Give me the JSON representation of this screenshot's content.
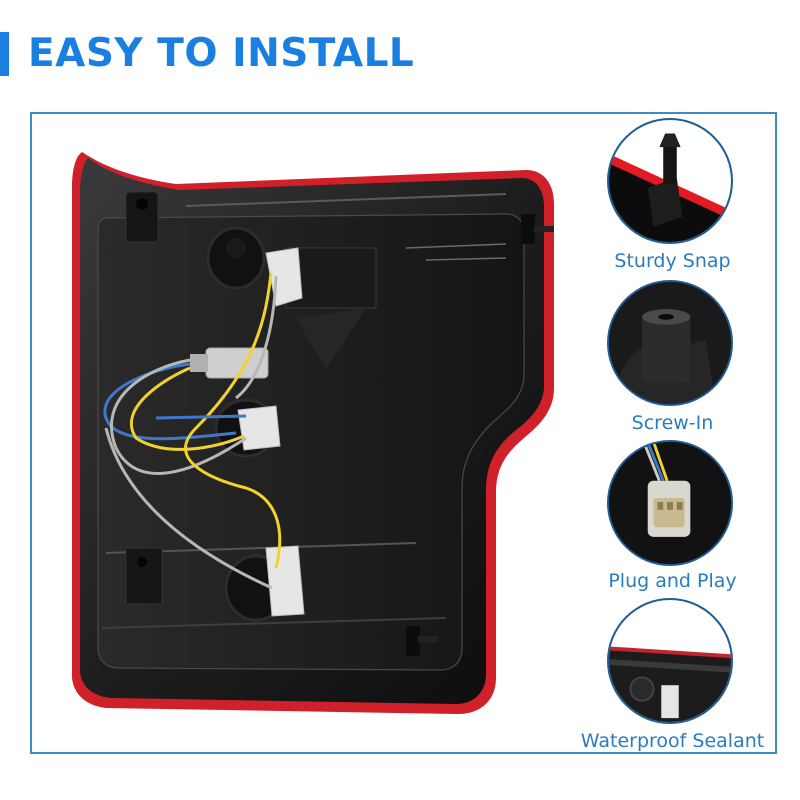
{
  "header": {
    "title": "EASY TO INSTALL",
    "accent_color": "#1a7fe0"
  },
  "frame": {
    "border_color": "#3c8dc4"
  },
  "product": {
    "name": "tail-light-rear-housing",
    "housing_color": "#1b1b1b",
    "lens_edge_color": "#d0202a",
    "wire_colors": [
      "#f2d22c",
      "#b7b7b7",
      "#3f78c9",
      "#111111"
    ]
  },
  "features": [
    {
      "label": "Sturdy Snap",
      "icon": "snap-clip-icon"
    },
    {
      "label": "Screw-In",
      "icon": "screw-post-icon"
    },
    {
      "label": "Plug and Play",
      "icon": "connector-plug-icon"
    },
    {
      "label": "Waterproof Sealant",
      "icon": "sealant-gasket-icon"
    }
  ],
  "label_color": "#2b7bbf"
}
